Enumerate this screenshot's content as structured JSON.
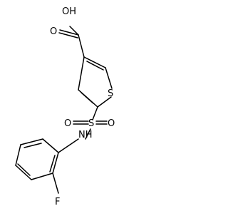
{
  "molecule": {
    "atoms": {
      "hydroxyl": "OH",
      "carbonyl_oxygen": "O",
      "ring_sulfur": "S",
      "sulfonyl_sulfur": "S",
      "sulfonyl_oxygen_left": "O",
      "sulfonyl_oxygen_right": "O",
      "amine": "NH",
      "fluorine": "F"
    }
  }
}
